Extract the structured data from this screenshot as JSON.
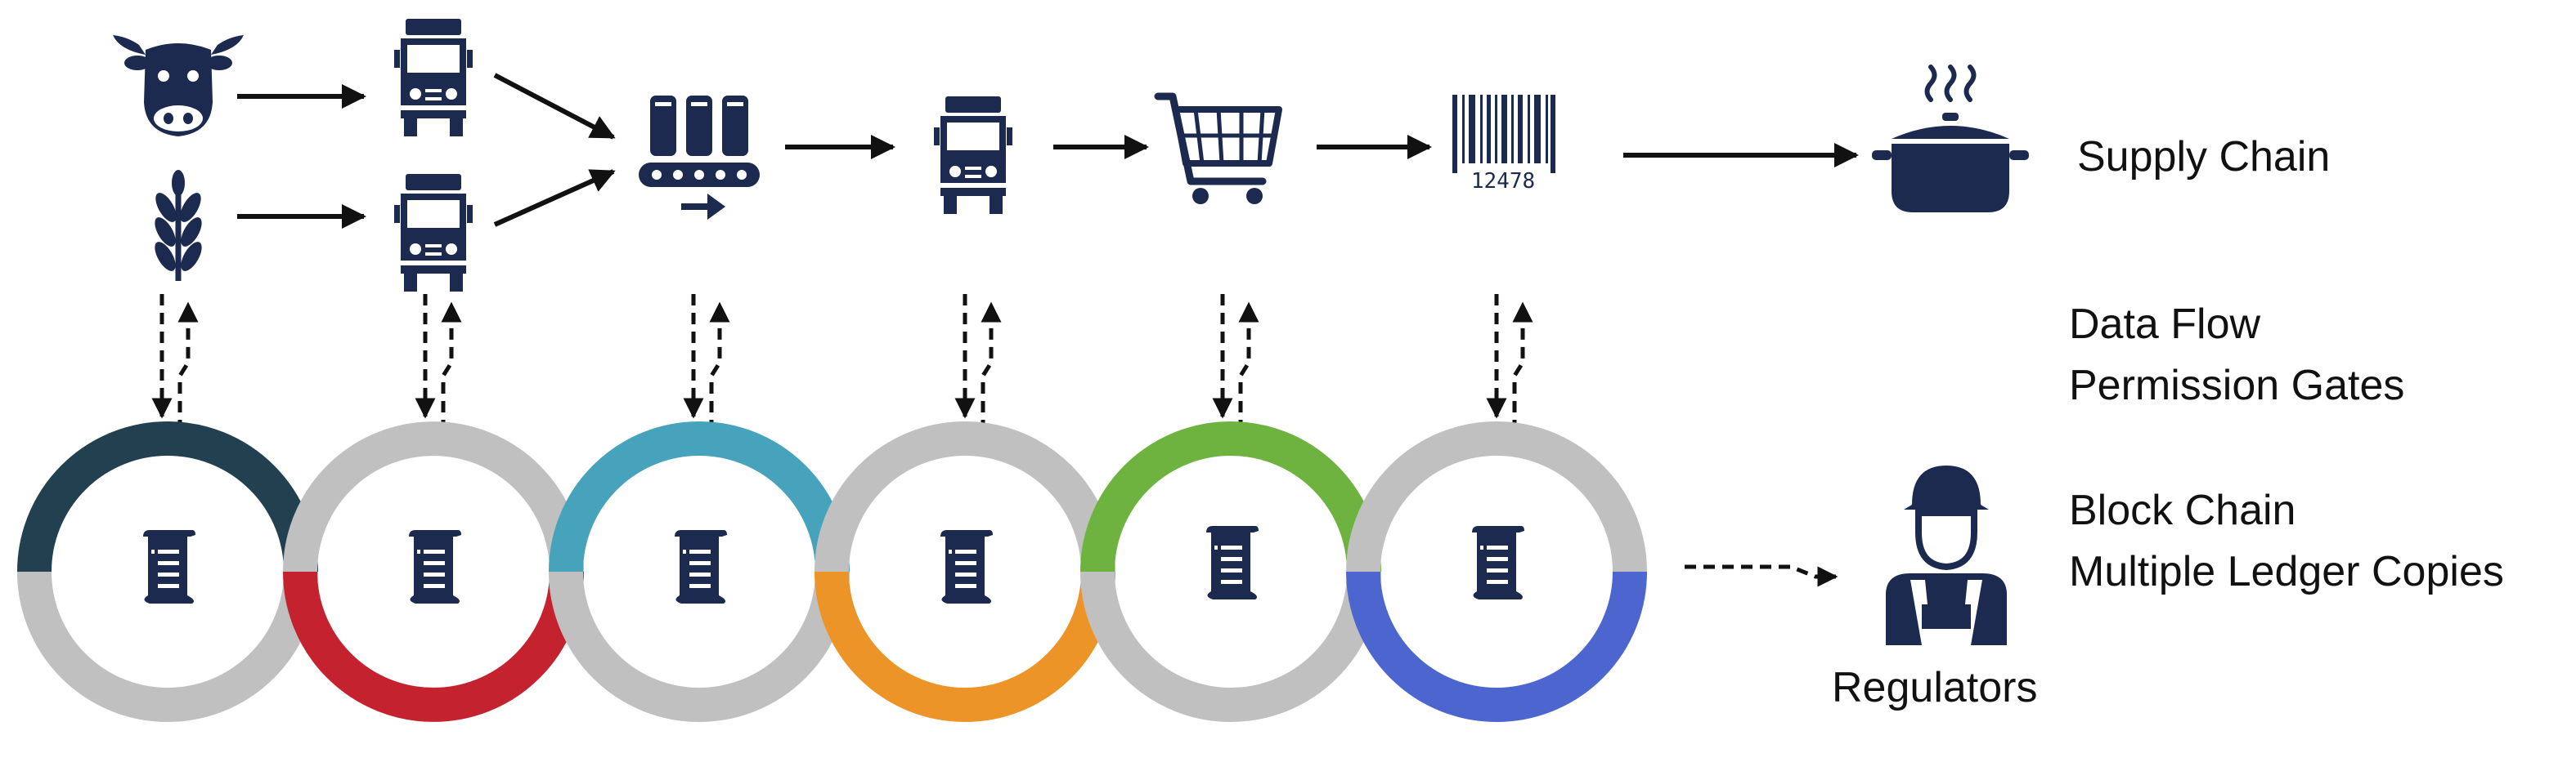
{
  "labels": {
    "supply_chain": "Supply Chain",
    "data_flow": "Data Flow",
    "permission_gates": "Permission Gates",
    "block_chain": "Block Chain",
    "ledger_copies": "Multiple Ledger Copies",
    "regulators": "Regulators",
    "barcode_number": "12478"
  },
  "icons": {
    "row1": [
      "cow-icon",
      "truck-icon"
    ],
    "row2": [
      "wheat-icon",
      "truck-icon"
    ],
    "main": [
      "conveyor-icon",
      "truck-icon",
      "shopping-cart-icon",
      "barcode-icon",
      "cooking-pot-icon"
    ],
    "regulator": "regulator-person-icon",
    "ledger": "ledger-scroll-icon"
  },
  "colors": {
    "icon": "#1b2a4e",
    "ring_gray": "#c0c0c0",
    "ring_accents": [
      "#22404f",
      "#c5222f",
      "#47a3bb",
      "#ec9428",
      "#6eb33f",
      "#4d66cf"
    ]
  }
}
